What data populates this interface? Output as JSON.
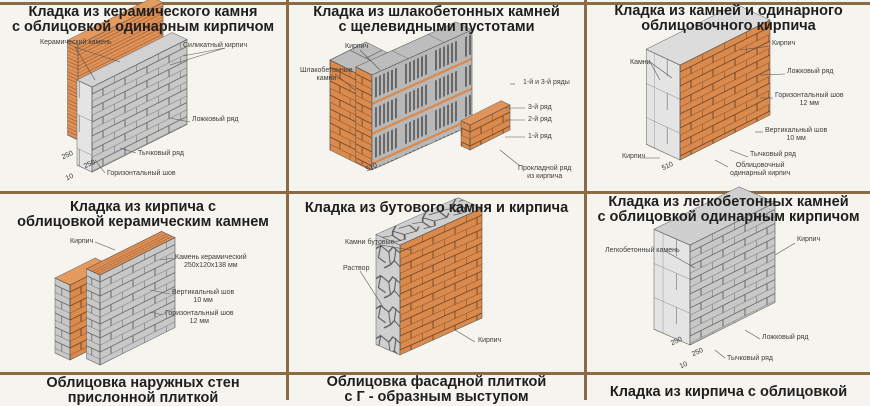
{
  "panels": [
    {
      "title": [
        "Кладка из керамического камня",
        "с облицовкой одинарным кирпичом"
      ],
      "labels": [
        "Керамический камень",
        "Силикатный кирпич",
        "Ложковый ряд",
        "Тычковый ряд",
        "Горизонтальный шов"
      ],
      "dims": [
        "250",
        "250",
        "10"
      ]
    },
    {
      "title": [
        "Кладка из шлакобетонных камней",
        "с щелевидными пустотами"
      ],
      "labels": [
        "Кирпич",
        "Шлакобетонные",
        "камни",
        "1-й и 3-й ряды",
        "3-й ряд",
        "2-й ряд",
        "1-й ряд",
        "Прокладной ряд",
        "из кирпича"
      ],
      "dims": [
        "510"
      ]
    },
    {
      "title": [
        "Кладка из камней и одинарного",
        "облицовочного кирпича"
      ],
      "labels": [
        "Кирпич",
        "Камни",
        "Ложковый ряд",
        "Горизонтальный шов",
        "12 мм",
        "Вертикальный шов",
        "10 мм",
        "Тычковый ряд",
        "Облицовочный",
        "одинарный кирпич",
        "Кирпич"
      ],
      "dims": [
        "510"
      ]
    },
    {
      "title": [
        "Кладка из кирпича с",
        "облицовкой керамическим камнем"
      ],
      "labels": [
        "Кирпич",
        "Камень керамический",
        "250x120x138 мм",
        "Вертикальный шов",
        "10 мм",
        "Горизонтальный шов",
        "12 мм"
      ],
      "dims": []
    },
    {
      "title": [
        "Кладка из бутового камня и кирпича"
      ],
      "labels": [
        "Камни бутовые",
        "Раствор",
        "Кирпич"
      ],
      "dims": []
    },
    {
      "title": [
        "Кладка из легкобетонных камней",
        "с облицовкой одинарным кирпичом"
      ],
      "labels": [
        "Легкобетонный камень",
        "Кирпич",
        "Ложковый ряд",
        "Тычковый ряд"
      ],
      "dims": [
        "250",
        "250",
        "10"
      ]
    },
    {
      "title": [
        "Облицовка наружных стен",
        "прислонной плиткой"
      ],
      "labels": [],
      "dims": []
    },
    {
      "title": [
        "Облицовка фасадной плиткой",
        "с Г - образным выступом"
      ],
      "labels": [],
      "dims": []
    },
    {
      "title": [
        "Кладка из кирпича с облицовкой"
      ],
      "labels": [],
      "dims": []
    }
  ],
  "colors": {
    "frame": "#8c6a44",
    "brick": "#d98a4c",
    "stone": "#c4c4c4",
    "background": "#f6f4ee"
  }
}
